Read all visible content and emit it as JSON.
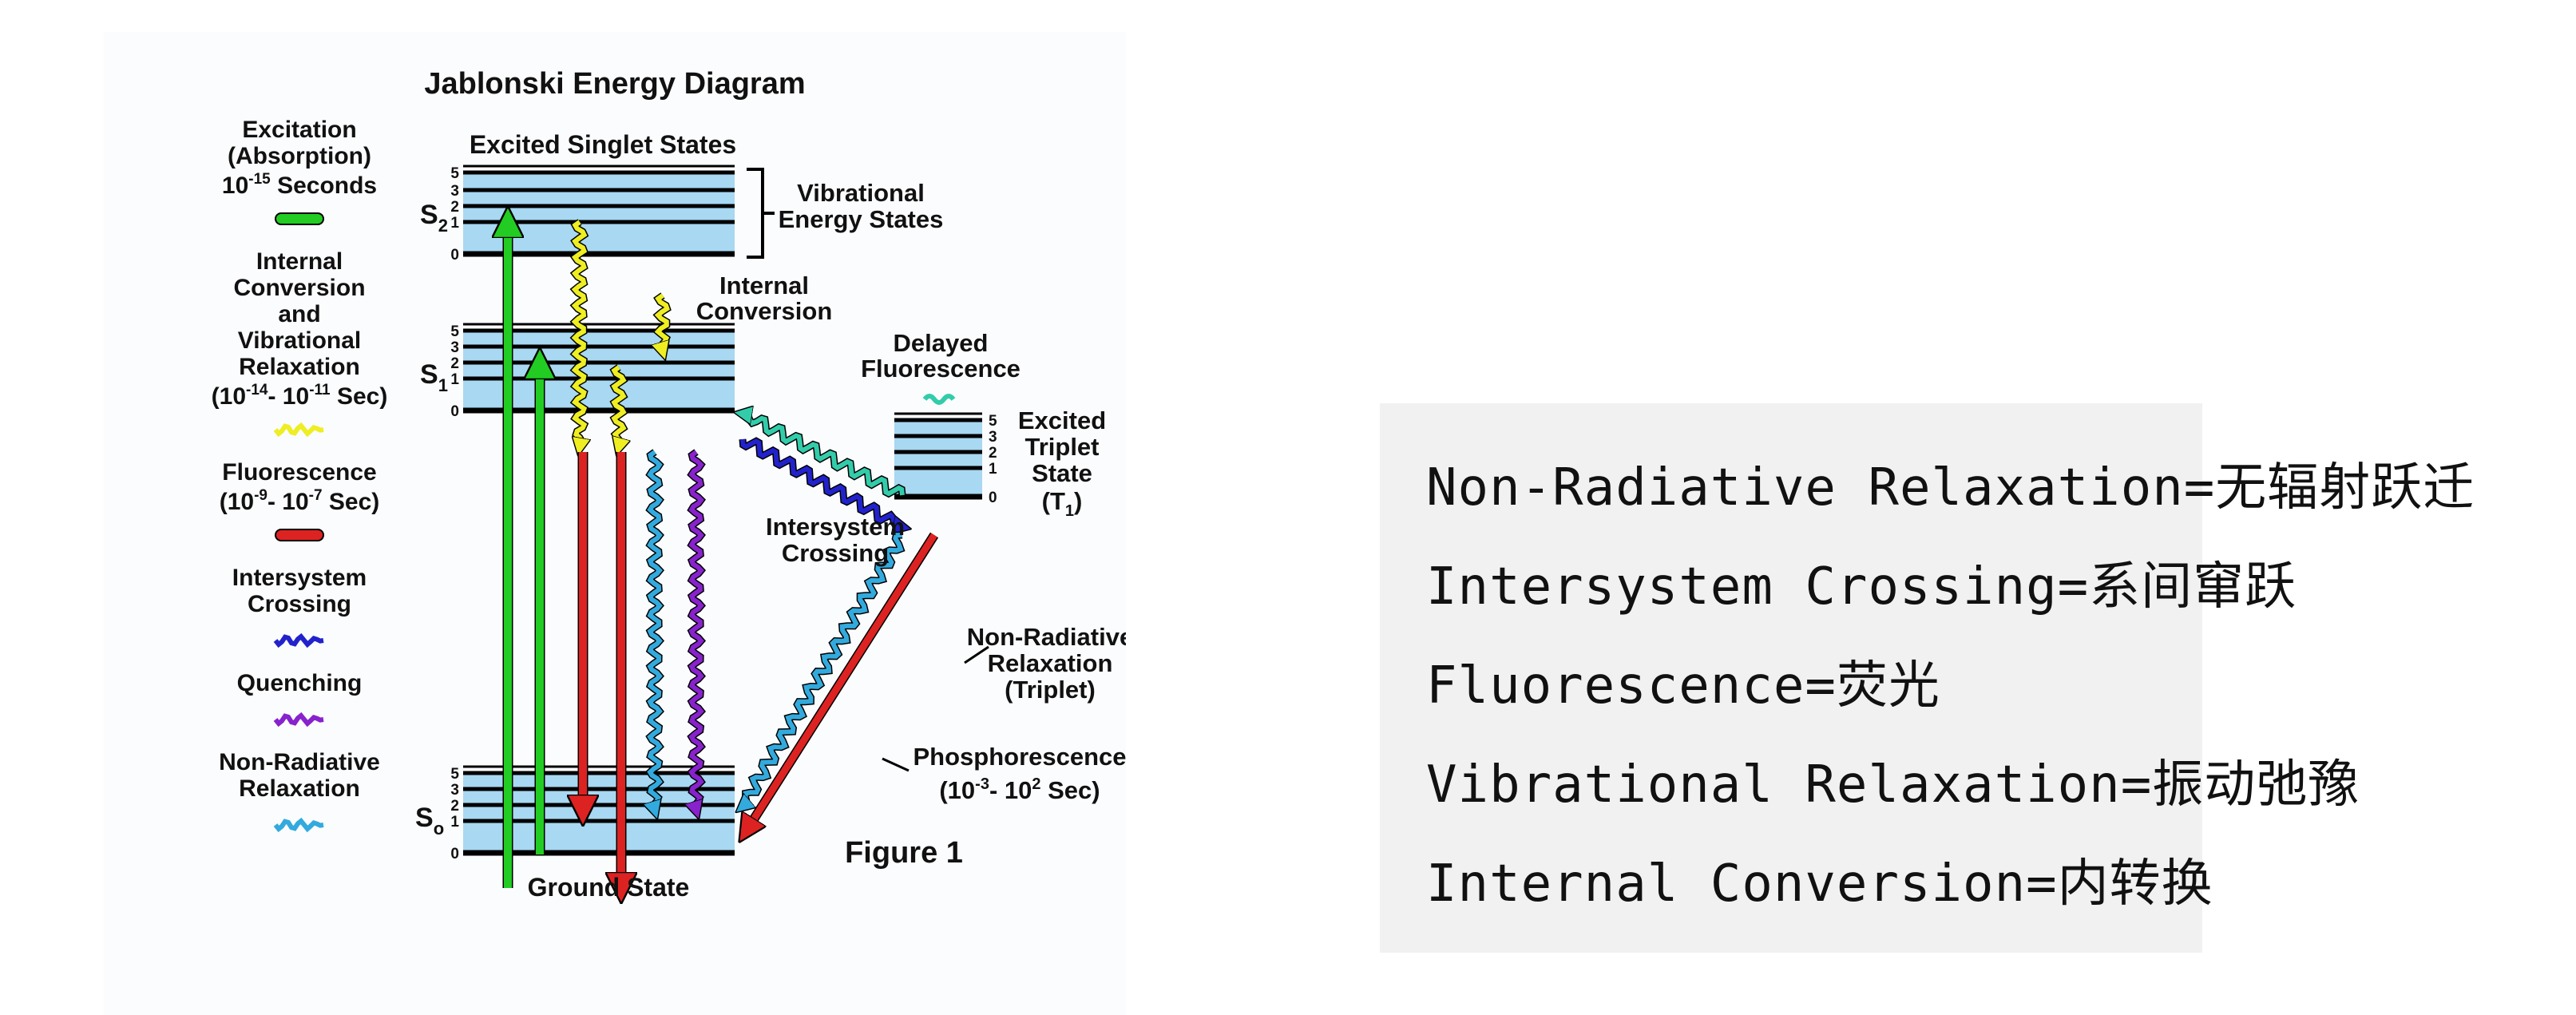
{
  "diagram": {
    "title": "Jablonski Energy Diagram",
    "figure_label": "Figure 1",
    "legend": [
      {
        "lines": [
          "Excitation",
          "(Absorption)"
        ],
        "time": {
          "pre": "10",
          "exp": "-15",
          "post": " Seconds"
        },
        "color": "#22cc22",
        "style": "bar"
      },
      {
        "lines": [
          "Internal",
          "Conversion",
          "and",
          "Vibrational",
          "Relaxation"
        ],
        "time": {
          "pre": "(10",
          "exp": "-14",
          "mid": "- 10",
          "exp2": "-11",
          "post": " Sec)"
        },
        "color": "#eeee22",
        "style": "wave"
      },
      {
        "lines": [
          "Fluorescence"
        ],
        "time": {
          "pre": "(10",
          "exp": "-9",
          "mid": "- 10",
          "exp2": "-7",
          "post": " Sec)"
        },
        "color": "#dd2222",
        "style": "bar"
      },
      {
        "lines": [
          "Intersystem",
          "Crossing"
        ],
        "color": "#2222cc",
        "style": "wave"
      },
      {
        "lines": [
          "Quenching"
        ],
        "color": "#8822cc",
        "style": "wave"
      },
      {
        "lines": [
          "Non-Radiative",
          "Relaxation"
        ],
        "color": "#33aadd",
        "style": "wave"
      }
    ],
    "labels": {
      "excited_singlet": "Excited Singlet States",
      "vibrational_energy_states": [
        "Vibrational",
        "Energy States"
      ],
      "internal_conversion": [
        "Internal",
        "Conversion"
      ],
      "delayed_fluorescence": [
        "Delayed",
        "Fluorescence"
      ],
      "excited_triplet": [
        "Excited",
        "Triplet",
        "State"
      ],
      "triplet_symbol": {
        "pre": "(T",
        "sub": "1",
        "post": ")"
      },
      "intersystem_crossing": [
        "Intersystem",
        "Crossing"
      ],
      "nonradiative_triplet": [
        "Non-Radiative",
        "Relaxation",
        "(Triplet)"
      ],
      "phosphorescence": "Phosphorescence",
      "phosphorescence_time": {
        "pre": "(10",
        "exp": "-3",
        "mid": "- 10",
        "exp2": "2",
        "post": " Sec)"
      },
      "ground_state": "Ground State",
      "s2": {
        "letter": "S",
        "sub": "2"
      },
      "s1": {
        "letter": "S",
        "sub": "1"
      },
      "s0": {
        "letter": "S",
        "sub": "o"
      },
      "level_numbers": [
        "5",
        "3",
        "2",
        "1",
        "0"
      ]
    },
    "colors": {
      "band_fill": "#a8d8f2",
      "excitation": "#22cc22",
      "internal_conversion": "#eeee22",
      "fluorescence": "#dd2222",
      "intersystem_crossing": "#2222cc",
      "quenching": "#8822cc",
      "nonradiative": "#33aadd",
      "delayed_fluorescence": "#33ccaa"
    }
  },
  "glossary": [
    "Non-Radiative Relaxation=无辐射跃迁",
    "Intersystem Crossing=系间窜跃",
    "Fluorescence=荧光",
    "Vibrational Relaxation=振动弛豫",
    "Internal Conversion=内转换"
  ]
}
